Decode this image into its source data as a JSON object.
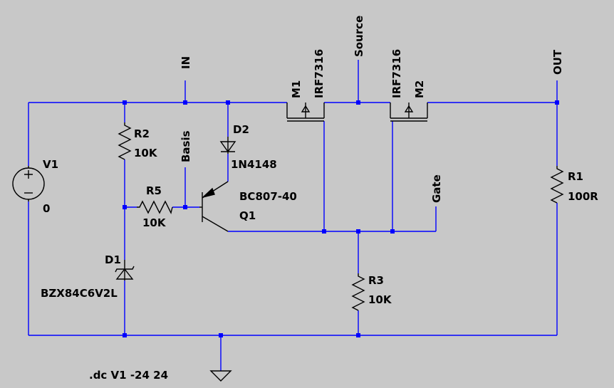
{
  "labels": {
    "in_net": "IN",
    "source_net": "Source",
    "out_net": "OUT",
    "basis_net": "Basis",
    "gate_net": "Gate",
    "v1_name": "V1",
    "v1_value": "0",
    "r2_name": "R2",
    "r2_value": "10K",
    "r5_name": "R5",
    "r5_value": "10K",
    "d1_name": "D1",
    "d1_value": "BZX84C6V2L",
    "d2_name": "D2",
    "d2_value": "1N4148",
    "q1_name": "Q1",
    "q1_value": "BC807-40",
    "m1_name": "M1",
    "m1_value": "IRF7316",
    "m2_name": "M2",
    "m2_value": "IRF7316",
    "r3_name": "R3",
    "r3_value": "10K",
    "r1_name": "R1",
    "r1_value": "100R",
    "directive": ".dc V1 -24 24"
  },
  "colors": {
    "background": "#c8c8c8",
    "wire": "#0000ff",
    "component": "#000000"
  }
}
